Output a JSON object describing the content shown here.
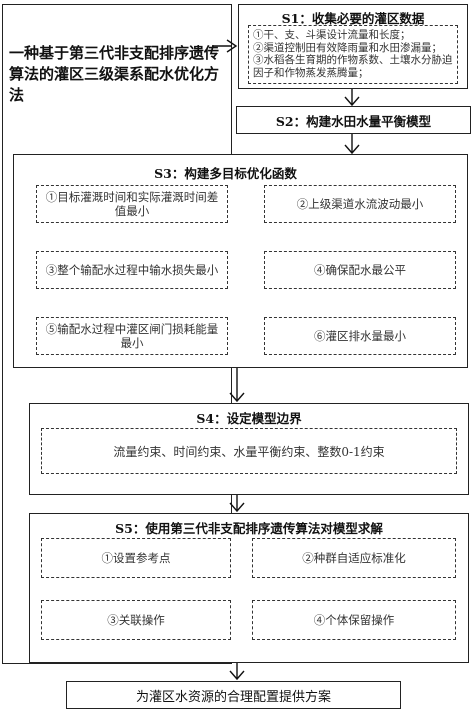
{
  "invention_title": "一种基于第三代非支配排序遗传算法的灌区三级渠系配水优化方法",
  "steps": {
    "s1": {
      "title": "S1：收集必要的灌区数据",
      "items": [
        "①干、支、斗渠设计流量和长度；",
        "②渠道控制田有效降雨量和水田渗漏量；",
        "③水稻各生育期的作物系数、土壤水分胁迫因子和作物蒸发蒸腾量；"
      ]
    },
    "s2": {
      "title": "S2：构建水田水量平衡模型"
    },
    "s3": {
      "title": "S3：构建多目标优化函数",
      "items": [
        "①目标灌溉时间和实际灌溉时间差值最小",
        "②上级渠道水流波动最小",
        "③整个输配水过程中输水损失最小",
        "④确保配水最公平",
        "⑤输配水过程中灌区闸门损耗能量最小",
        "⑥灌区排水量最小"
      ]
    },
    "s4": {
      "title": "S4：设定模型边界",
      "constraints": "流量约束、时间约束、水量平衡约束、整数0-1约束"
    },
    "s5": {
      "title": "S5：使用第三代非支配排序遗传算法对模型求解",
      "items": [
        "①设置参考点",
        "②种群自适应标准化",
        "③关联操作",
        "④个体保留操作"
      ]
    },
    "result": "为灌区水资源的合理配置提供方案"
  }
}
